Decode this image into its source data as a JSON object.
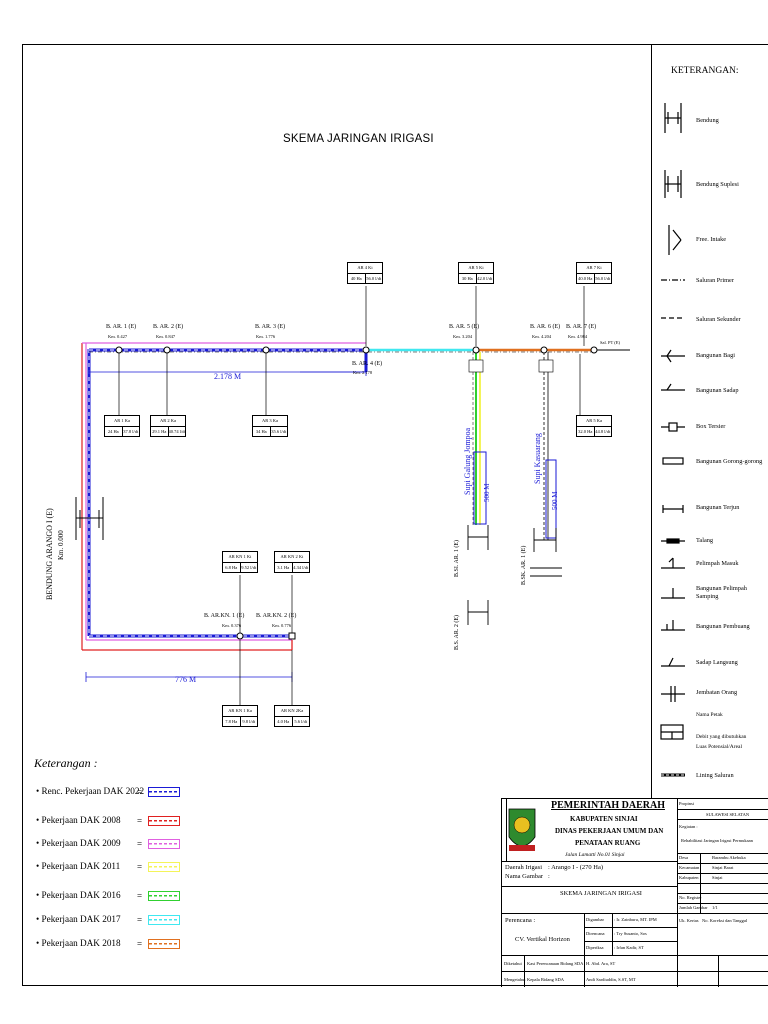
{
  "title": "SKEMA JARINGAN IRIGASI",
  "colors": {
    "dak2022": "#1a1ad6",
    "dak2008": "#e02020",
    "dak2009": "#e060e0",
    "dak2011": "#f4f45a",
    "dak2016": "#30d030",
    "dak2017": "#40e8f0",
    "dak2018": "#e07020"
  },
  "bendung": {
    "name": "BENDUNG ARANGO I (E)",
    "km": "Km. 0.000"
  },
  "distances": {
    "main": "2.178 M",
    "kn": "776 M",
    "supi_gal": "500 M",
    "supi_kas": "500 M"
  },
  "supi_labels": [
    "Supi Galung Jompoa",
    "Supi Kasuarang"
  ],
  "nodes": {
    "bar1": {
      "label": "B. AR. 1 (E)",
      "km": "Km. 0.427"
    },
    "bar2": {
      "label": "B. AR. 2 (E)",
      "km": "Km. 0.847"
    },
    "bar3": {
      "label": "B. AR. 3 (E)",
      "km": "Km. 1.776"
    },
    "bar4": {
      "label": "B. AR. 4 (E)",
      "km": "Km. 2.178"
    },
    "bar5": {
      "label": "B. AR. 5 (E)",
      "km": "Km. 3.204"
    },
    "bar6": {
      "label": "B. AR. 6 (E)",
      "km": "Km. 4.204"
    },
    "bar7": {
      "label": "B. AR. 7 (E)",
      "km": "Km. 4.984"
    },
    "barkn1": {
      "label": "B. AR.KN. 1 (E)",
      "km": "Km. 0.376"
    },
    "barkn2": {
      "label": "B. AR.KN. 2 (E)",
      "km": "Km. 0.776"
    },
    "bsi1": "B.SI. AR. 1 (E)",
    "bsi2": "B.S. AR. 2 (E)",
    "bsk1": "B.SK. AR. 1 (E)",
    "sal_end": "Sal. PT (E)"
  },
  "petak": {
    "ar1": {
      "name": "AR 1 Ka",
      "ha": "24 Ha",
      "q": "37.8 l/dt"
    },
    "ar2": {
      "name": "AR 2 Ka",
      "ha": "29.1 Ha",
      "q": "40.74 l/dt"
    },
    "ar3": {
      "name": "AR 3 Ka",
      "ha": "34 Ha",
      "q": "35.6 l/dt"
    },
    "ar4": {
      "name": "AR 4 Ki",
      "ha": "40 Ha",
      "q": "56.0 l/dt"
    },
    "ar5ki": {
      "name": "AR 5 Ki",
      "ha": "30 Ha",
      "q": "42.0 l/dt"
    },
    "ar7": {
      "name": "AR 7 Ki",
      "ha": "40.0 Ha",
      "q": "56.0 l/dt"
    },
    "ar5ka": {
      "name": "AR 5 Ka",
      "ha": "32.0 Ha",
      "q": "44.8 l/dt"
    },
    "arkn1ki": {
      "name": "AR KN 1 Ki",
      "ha": "6.8 Ha",
      "q": "9.52 l/dt"
    },
    "arkn2ki": {
      "name": "AR KN 2 Ki",
      "ha": "3.1 Ha",
      "q": "4.34 l/dt"
    },
    "arkn1ka": {
      "name": "AR KN 1 Ka",
      "ha": "7.8 Ha",
      "q": "9.8 l/dt"
    },
    "arkn2ka": {
      "name": "AR KN 2Ka",
      "ha": "4.0 Ha",
      "q": "5.6 l/dt"
    }
  },
  "legend": {
    "title": "KETERANGAN:",
    "items": [
      "Bendung",
      "Bendung Suplesi",
      "Free. Intake",
      "Saluran Primer",
      "Saluran Sekunder",
      "Bangunan Bagi",
      "Bangunan Sadap",
      "Box Tersier",
      "Bangunan Gorong-gorong",
      "Bangunan Terjun",
      "Talang",
      "Pelimpah Masuk",
      "Bangunan Pelimpah Samping",
      "Bangunan Pembuang",
      "Sadap Langsung",
      "Jembatan Orang"
    ],
    "petak_labels": [
      "Nama Petak",
      "Debit yang dibutuhkan",
      "Luas Potensial/Areal"
    ],
    "lining": "Lining Saluran"
  },
  "keterangan": {
    "title": "Keterangan :",
    "items": [
      {
        "label": "Renc. Pekerjaan DAK 2022",
        "color": "#1a1ad6"
      },
      {
        "label": "Pekerjaan DAK 2008",
        "color": "#e02020"
      },
      {
        "label": "Pekerjaan DAK 2009",
        "color": "#e060e0"
      },
      {
        "label": "Pekerjaan DAK 2011",
        "color": "#f4f45a"
      },
      {
        "label": "Pekerjaan DAK 2016",
        "color": "#30d030"
      },
      {
        "label": "Pekerjaan DAK 2017",
        "color": "#40e8f0"
      },
      {
        "label": "Pekerjaan DAK 2018",
        "color": "#e07020"
      }
    ],
    "eq": "="
  },
  "titleblock": {
    "gov": "PEMERINTAH DAERAH",
    "kab": "KABUPATEN SINJAI",
    "dinas1": "DINAS PEKERJAAN UMUM DAN",
    "dinas2": "PENATAAN RUANG",
    "alamat": "Jalan Lamatti No.01 Sinjai",
    "di_label": "Daerah Irigasi",
    "di_value": ": Arango I - (270 Ha)",
    "ng_label": "Nama Gambar",
    "ng_colon": ":",
    "ng_value": "SKEMA JARINGAN IRIGASI",
    "perencana_label": "Perencana :",
    "perencana_value": "CV. Vertikal Horizon",
    "digambar_l": "Digambar",
    "digambar_v": ": Ir. Zainburu, MT. IPM",
    "direncana_l": "Direncana",
    "direncana_v": ": Try Susanto, Sos",
    "diperiksa_l": "Diperiksa",
    "diperiksa_v": ": Irfan Kadir, ST",
    "diketahui_l": "Diketahui",
    "diketahui_v": "Kasi Perencanaan Bidang SDA",
    "diketahui_n": "H. Abd. Ara, ST",
    "mengetahui_l": "Mengetahui",
    "mengetahui_v": "Kepala Bidang SDA",
    "mengetahui_n": "Andi Sardiuddin, S.ST, MT",
    "propinsi_l": "Propinsi",
    "propinsi_v": "SULAWESI SELATAN",
    "kegiatan_l": "Kegiatan :",
    "kegiatan_v": "Rehabilitasi Jaringan Irigasi Permukaan",
    "desa_l": "Desa",
    "desa_v": "Barambu Akebuka",
    "kec_l": "Kecamatan",
    "kec_v": "Sinjai Barat",
    "kab_l": "Kabupaten",
    "kab_v": "Sinjai",
    "nolemb_l": "No. Register",
    "jml_l": "Jumlah Gambar",
    "jml_v": "1/1",
    "ukkertas": "Uk. Kertas",
    "norev": "No. Koreksi dan Tanggal"
  }
}
